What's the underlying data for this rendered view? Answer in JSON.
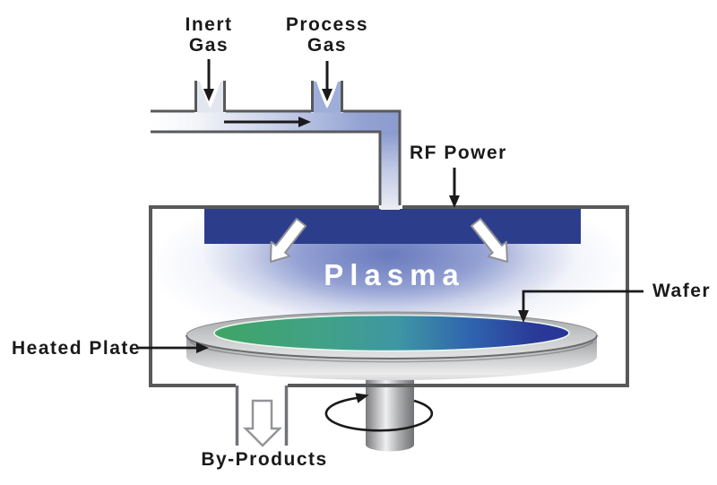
{
  "diagram": {
    "type": "plasma-process-chamber-schematic",
    "labels": {
      "inert_gas_1": "Inert",
      "inert_gas_2": "Gas",
      "process_gas_1": "Process",
      "process_gas_2": "Gas",
      "rf_power": "RF Power",
      "plasma": "Plasma",
      "wafer": "Wafer",
      "heated_plate": "Heated Plate",
      "by_products": "By-Products"
    },
    "colors": {
      "electrode_blue": "#2C3D8C",
      "chamber_wall_gray": "#58595B",
      "pipe_fluid_blue": "#8B9BCE",
      "plasma_glow_blue": "#7486C4",
      "wafer_green": "#3FA468",
      "wafer_teal": "#3E96A4",
      "wafer_navy": "#283497",
      "plate_gray": "#C6C7C9",
      "arrow_black": "#1A1A1A",
      "plasma_text_white": "#FFFFFF"
    }
  }
}
